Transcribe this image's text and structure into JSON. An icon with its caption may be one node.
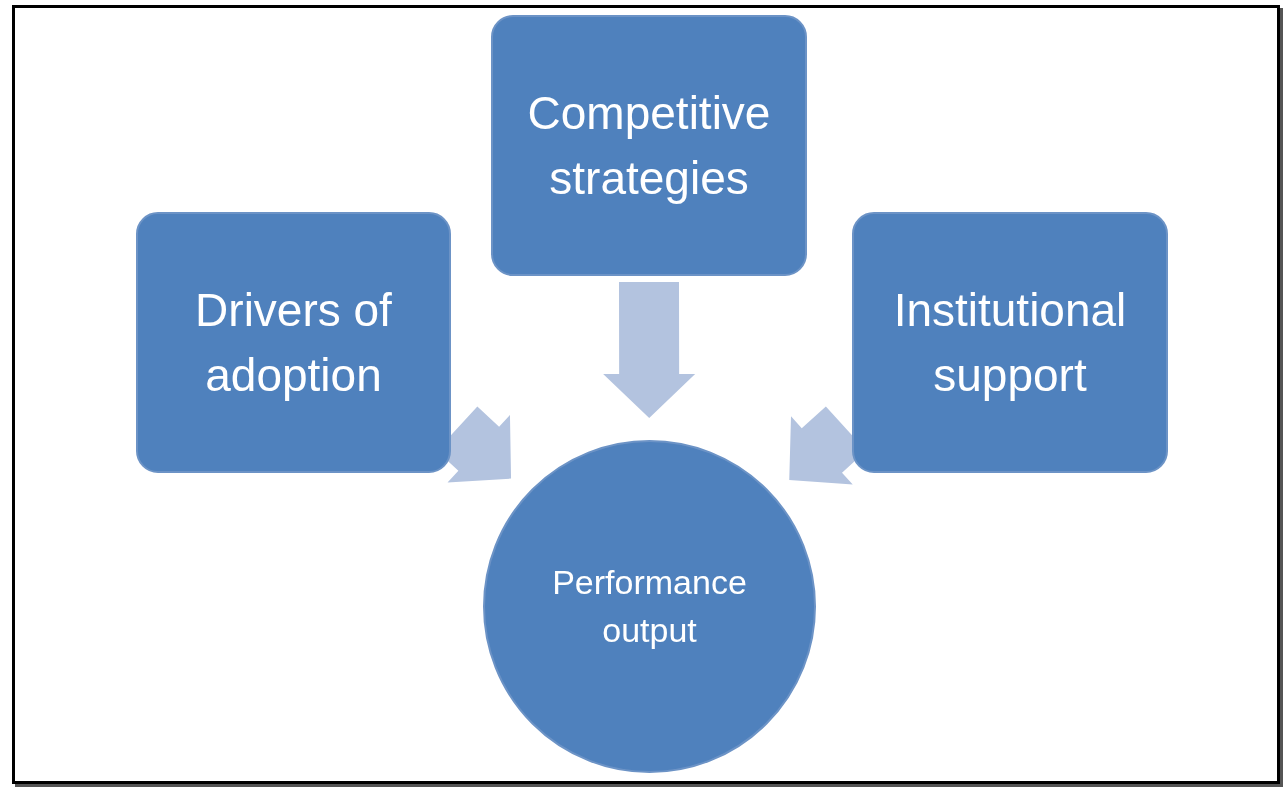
{
  "diagram": {
    "nodes": [
      {
        "text": [
          "Competitive strategies"
        ]
      },
      {
        "text": [
          "Drivers of adoption"
        ]
      },
      {
        "text": [
          "Institutional support"
        ]
      },
      {
        "text": [
          "Performance output"
        ]
      }
    ],
    "edges": [
      {
        "from": 0,
        "to": 3,
        "arrow": "to",
        "style": "thick"
      },
      {
        "from": 1,
        "to": 3,
        "arrow": "to",
        "style": "thick"
      },
      {
        "from": 2,
        "to": 3,
        "arrow": "to",
        "style": "thick"
      }
    ]
  }
}
